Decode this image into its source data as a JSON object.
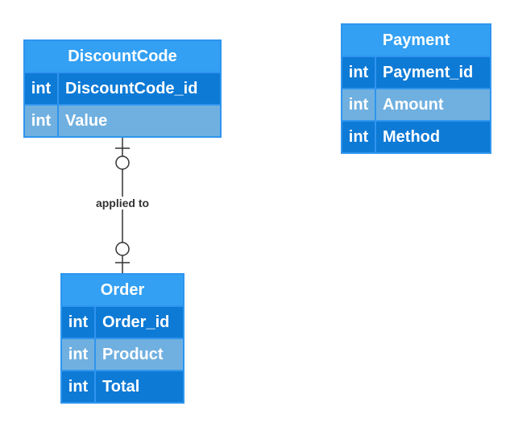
{
  "entities": {
    "discountcode": {
      "title": "DiscountCode",
      "rows": [
        {
          "type": "int",
          "name": "DiscountCode_id"
        },
        {
          "type": "int",
          "name": "Value"
        }
      ]
    },
    "payment": {
      "title": "Payment",
      "rows": [
        {
          "type": "int",
          "name": "Payment_id"
        },
        {
          "type": "int",
          "name": "Amount"
        },
        {
          "type": "int",
          "name": "Method"
        }
      ]
    },
    "order": {
      "title": "Order",
      "rows": [
        {
          "type": "int",
          "name": "Order_id"
        },
        {
          "type": "int",
          "name": "Product"
        },
        {
          "type": "int",
          "name": "Total"
        }
      ]
    }
  },
  "relationships": [
    {
      "label": "applied to",
      "from": "DiscountCode",
      "to": "Order",
      "from_cardinality": "zero-or-one",
      "to_cardinality": "zero-or-one"
    }
  ],
  "colors": {
    "header": "#33a0f3",
    "row_dark": "#0d7ad6",
    "row_light": "#70b0e0",
    "border": "#2f95ee",
    "connector": "#333333"
  }
}
